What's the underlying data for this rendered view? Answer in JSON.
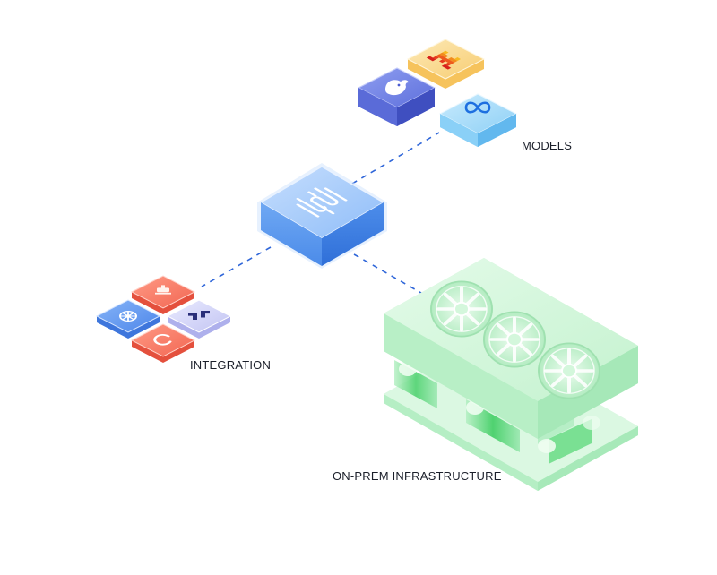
{
  "labels": {
    "models": "MODELS",
    "integration": "INTEGRATION",
    "infrastructure": "ON-PREM INFRASTRUCTURE"
  },
  "colors": {
    "connector": "#2f66d9",
    "hub_top": "#a9ccfb",
    "hub_left": "#5a99ef",
    "hub_right": "#3e82e6",
    "model_whale": "#5266d6",
    "model_meta": "#8fd1f7",
    "model_mistral": "#f8cf72",
    "integration_orange": "#f47a68",
    "integration_blue": "#5b95ef",
    "integration_purple": "#c7c9f5",
    "infra_green": "#c9f5d3",
    "infra_accent": "#4cd46b"
  },
  "icons": {
    "hub": "logo-icon",
    "models": [
      "deepseek-whale-icon",
      "mistral-icon",
      "meta-icon"
    ],
    "integrations": [
      "crane-icon",
      "kubernetes-icon",
      "integration-icon",
      "circle-arrow-icon"
    ],
    "infrastructure": [
      "fan-icon",
      "fan-icon",
      "fan-icon"
    ]
  }
}
